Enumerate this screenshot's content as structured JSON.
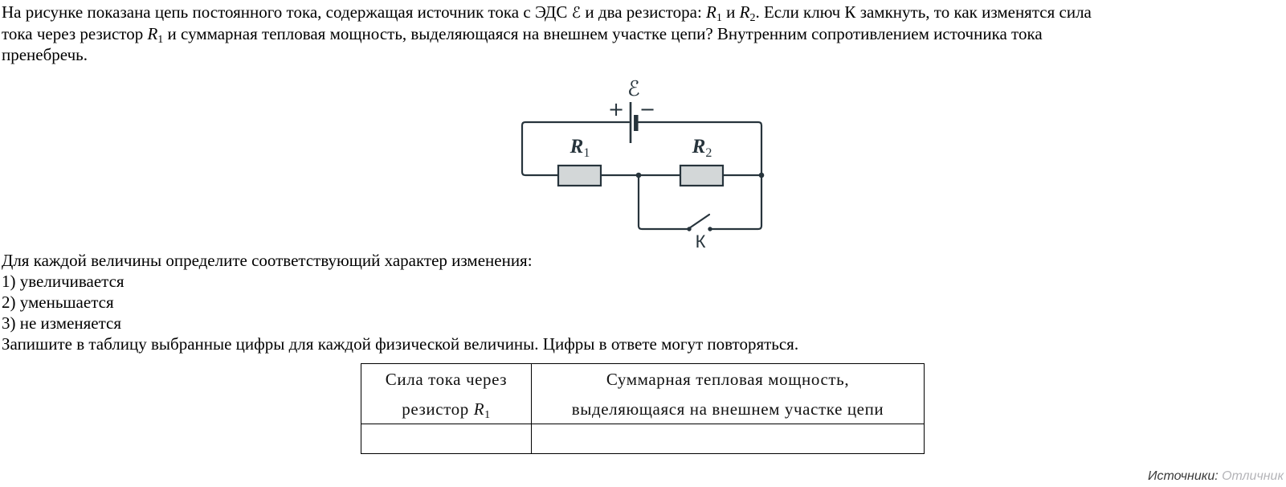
{
  "question": {
    "line1": {
      "t1": "На рисунке показана цепь постоянного тока, содержащая источник тока с ЭДС ",
      "emf": "ℰ",
      "t2": " и два резистора: ",
      "r1": "R",
      "r1sub": "1",
      "t3": " и ",
      "r2": "R",
      "r2sub": "2",
      "t4": ". Если ключ К замкнуть, то как изменятся сила"
    },
    "line2": {
      "t1": "тока через резистор ",
      "r1": "R",
      "r1sub": "1",
      "t2": " и суммарная тепловая мощность, выделяющаяся на внешнем участке цепи? Внутренним сопротивлением источника тока"
    },
    "line3": "пренебречь."
  },
  "circuit": {
    "emf": "ℰ",
    "plus": "+",
    "minus": "−",
    "r1": "R",
    "r1sub": "1",
    "r2": "R",
    "r2sub": "2",
    "switch": "К",
    "wire_color": "#27343c",
    "resistor_fill": "#d3d7d8"
  },
  "options": {
    "intro": "Для каждой величины определите соответствующий характер изменения:",
    "items": [
      "1) увеличивается",
      "2) уменьшается",
      "3) не изменяется"
    ],
    "instruction": "Запишите в таблицу выбранные цифры для каждой физической величины. Цифры в ответе могут повторяться."
  },
  "table": {
    "col1": {
      "line1": "Сила тока через",
      "line2t": "резистор ",
      "r": "R",
      "rsub": "1"
    },
    "col2": {
      "line1": "Суммарная тепловая мощность,",
      "line2": "выделяющаяся на внешнем участке цепи"
    },
    "answers": [
      "",
      ""
    ]
  },
  "source": {
    "label": "Источники:",
    "value": "Отличник"
  }
}
